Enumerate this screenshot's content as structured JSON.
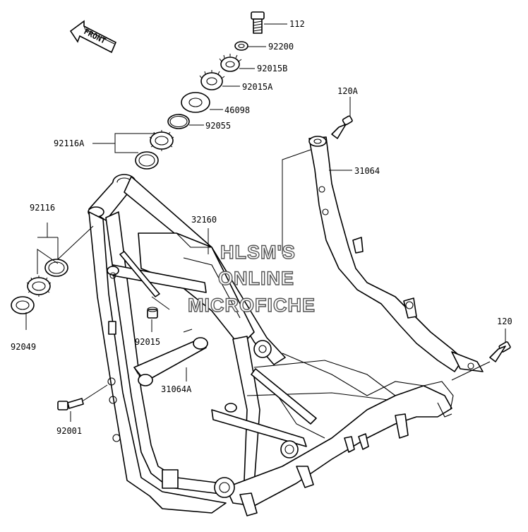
{
  "front_arrow": {
    "label": "FRONT"
  },
  "watermark": {
    "line1": "HLSM'S",
    "line2": "ONLINE",
    "line3": "MICROFICHE"
  },
  "parts": [
    {
      "number": "112"
    },
    {
      "number": "92200"
    },
    {
      "number": "92015B"
    },
    {
      "number": "92015A"
    },
    {
      "number": "46098"
    },
    {
      "number": "92055"
    },
    {
      "number": "92116A"
    },
    {
      "number": "120A"
    },
    {
      "number": "31064"
    },
    {
      "number": "92116"
    },
    {
      "number": "32160"
    },
    {
      "number": "92049"
    },
    {
      "number": "92015"
    },
    {
      "number": "120"
    },
    {
      "number": "31064A"
    },
    {
      "number": "92001"
    }
  ]
}
